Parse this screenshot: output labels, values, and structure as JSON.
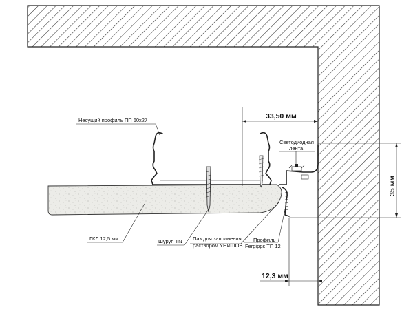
{
  "labels": {
    "carrier_profile": "Несущий профиль ПП 60x27",
    "led_strip_line1": "Светодиодная",
    "led_strip_line2": "лента",
    "gkl": "ГКЛ 12,5 мм",
    "screw": "Шуруп TN",
    "groove_line1": "Паз для заполнения",
    "groove_line2": "раствором УНИШОВ",
    "profile_line1": "Профиль",
    "profile_line2": "Fergipps ТП 12"
  },
  "dimensions": {
    "top_gap": "33,50 мм",
    "height": "35 мм",
    "bottom_gap": "12,3 мм"
  }
}
